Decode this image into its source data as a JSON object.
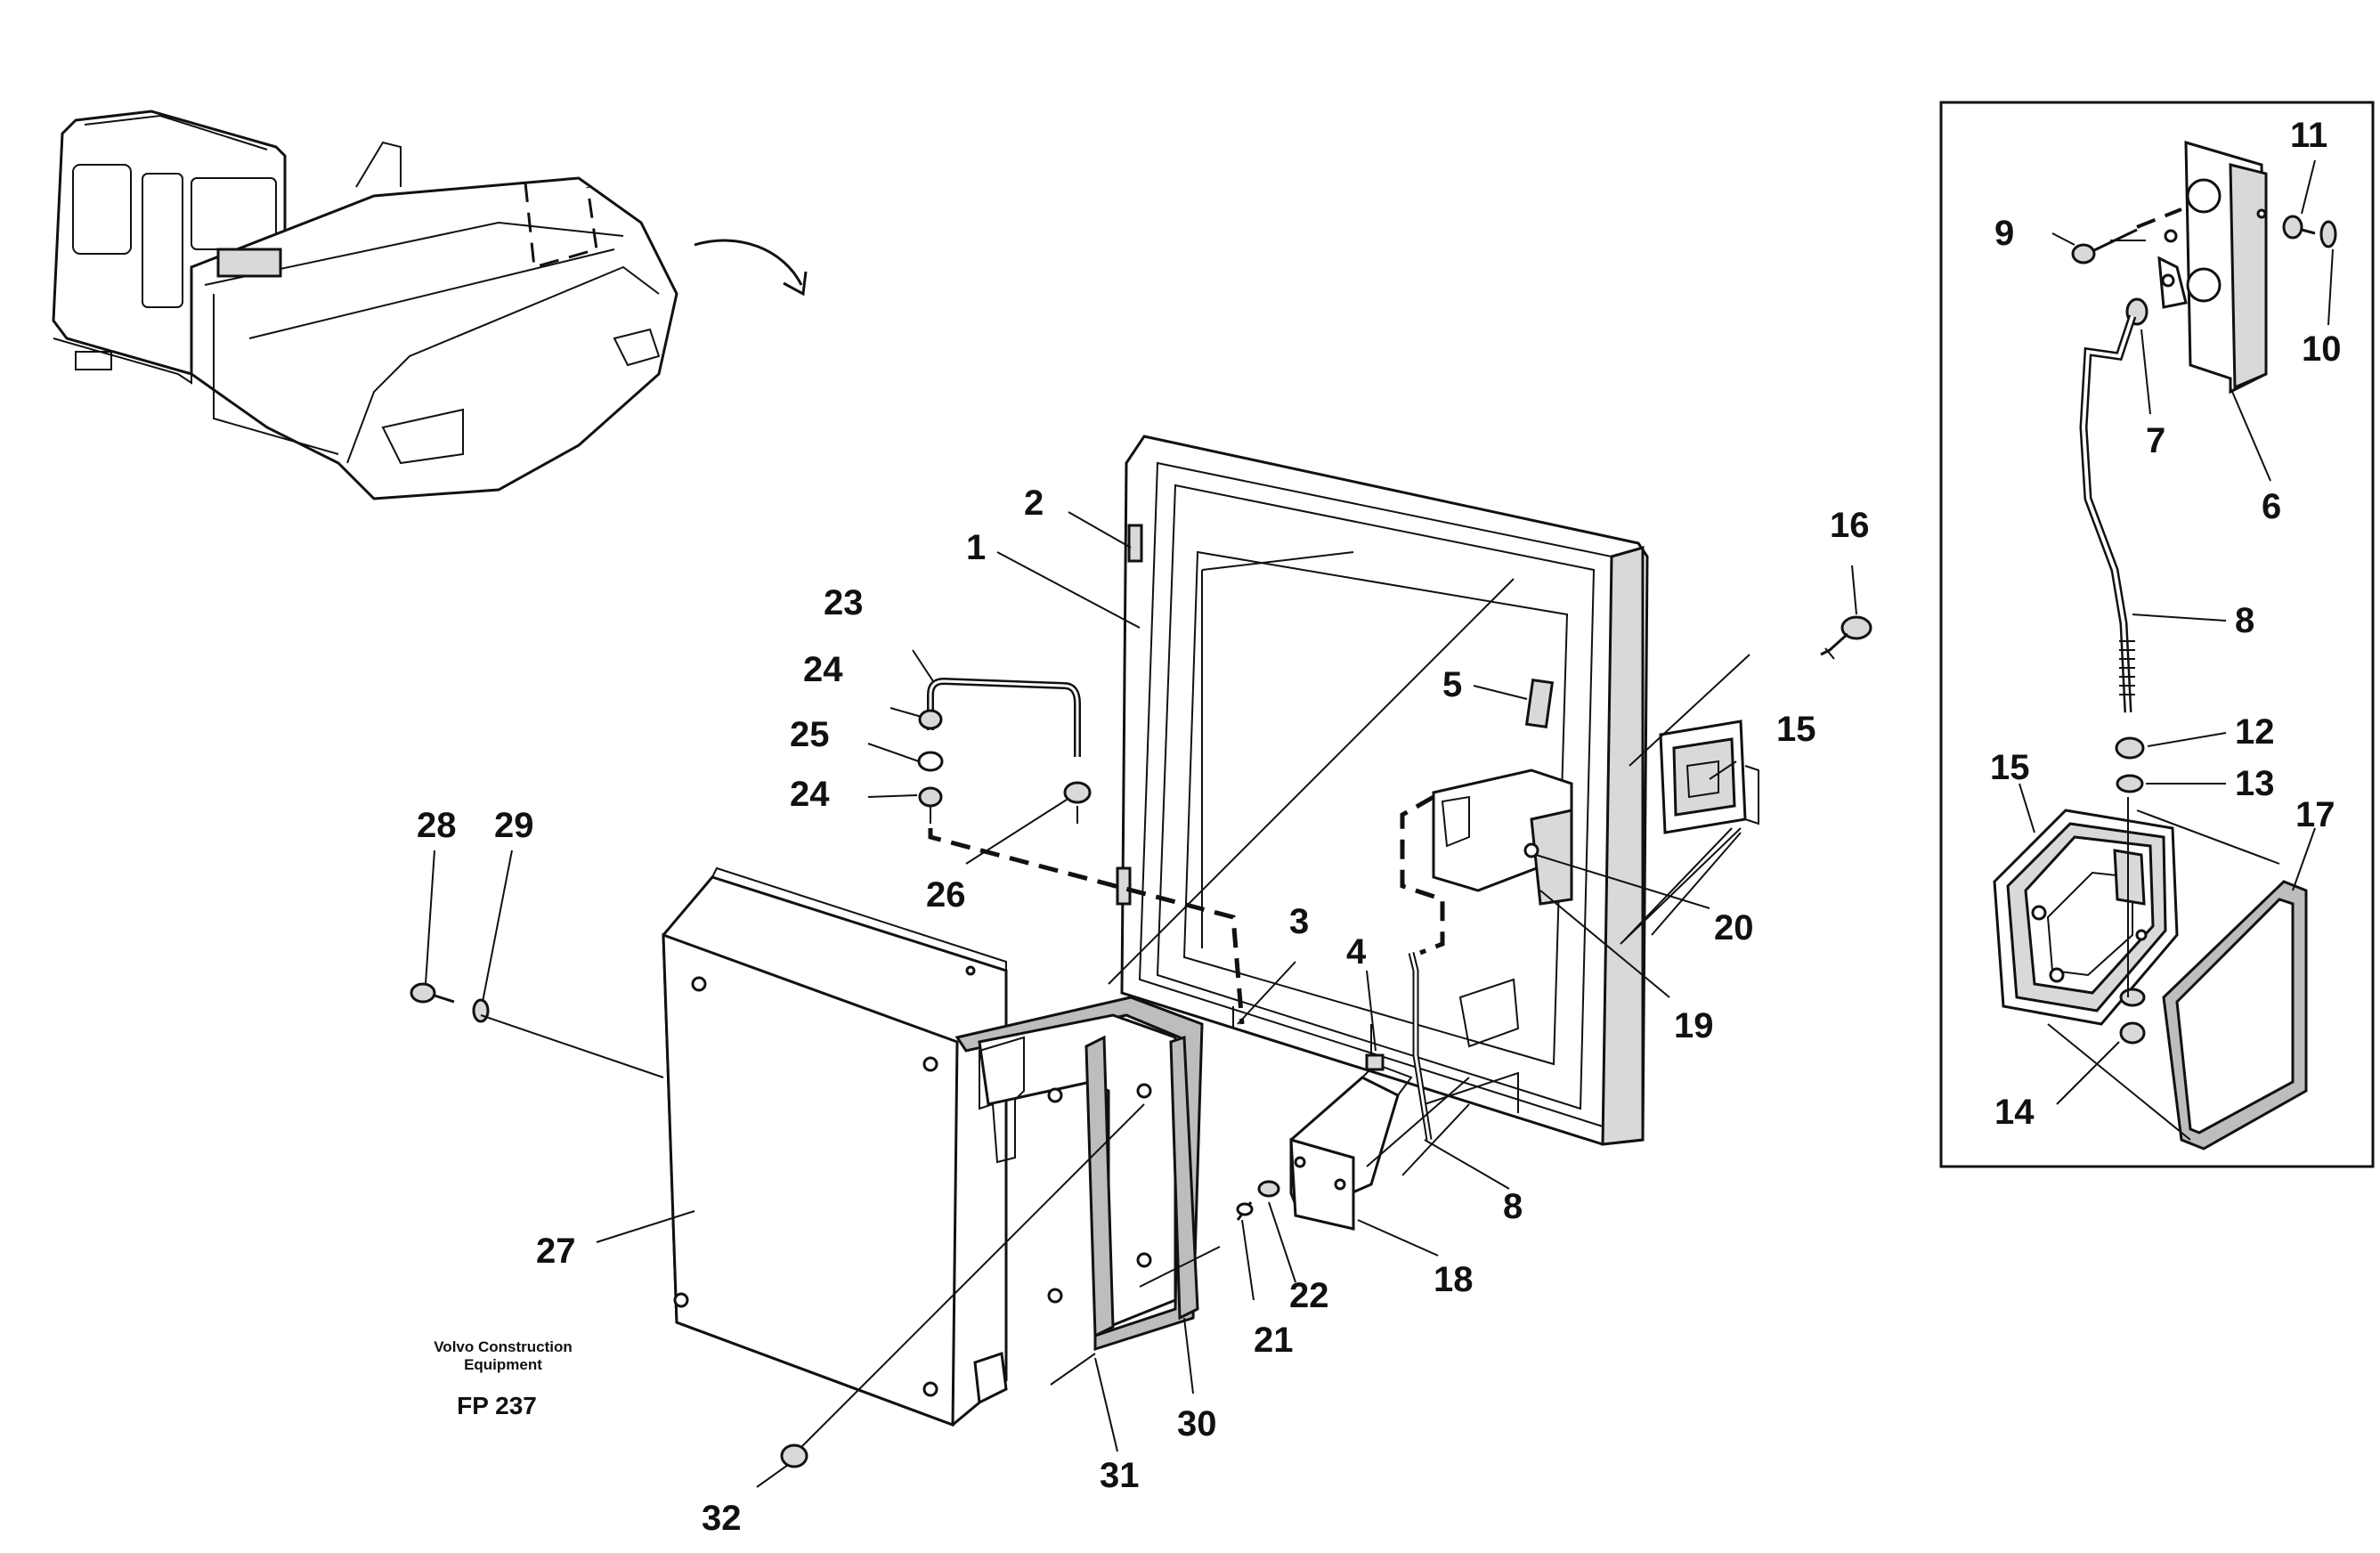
{
  "caption": {
    "maker_line1": "Volvo Construction",
    "maker_line2": "Equipment",
    "drawing_code": "FP 237"
  },
  "callouts": {
    "p1": "1",
    "p2": "2",
    "p3": "3",
    "p4": "4",
    "p5": "5",
    "p8": "8",
    "p15": "15",
    "p16": "16",
    "p18": "18",
    "p19": "19",
    "p20": "20",
    "p21": "21",
    "p22": "22",
    "p23": "23",
    "p24a": "24",
    "p24b": "24",
    "p25": "25",
    "p26": "26",
    "p27": "27",
    "p28": "28",
    "p29": "29",
    "p30": "30",
    "p31": "31",
    "p32": "32"
  },
  "detail_callouts": {
    "p6": "6",
    "p7": "7",
    "p8": "8",
    "p9": "9",
    "p10": "10",
    "p11": "11",
    "p12": "12",
    "p13": "13",
    "p14": "14",
    "p15": "15",
    "p17": "17"
  }
}
